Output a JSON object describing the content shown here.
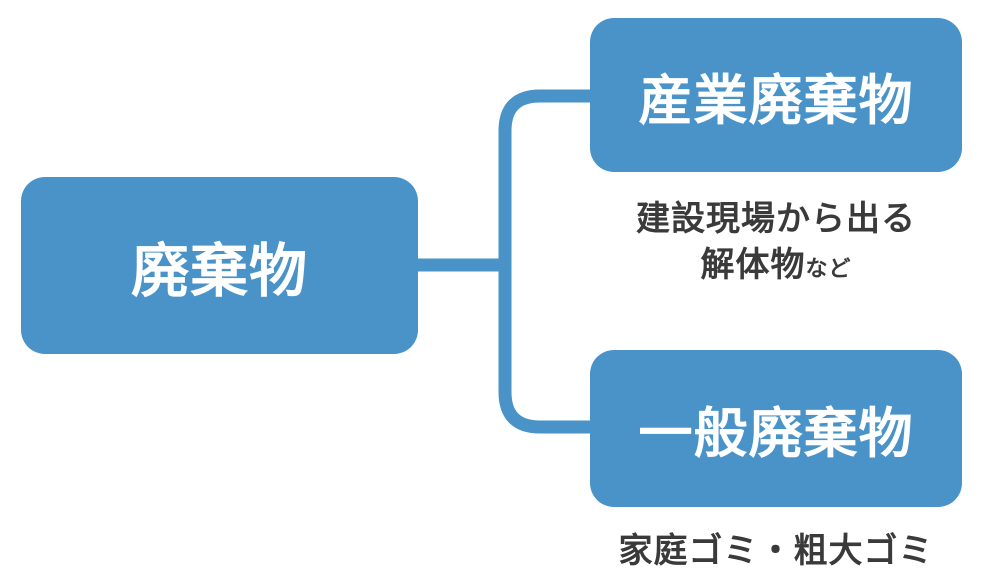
{
  "diagram": {
    "root": {
      "label": "廃棄物"
    },
    "branches": [
      {
        "label": "産業廃棄物",
        "caption_main": "建設現場から出る",
        "caption_line2": "解体物",
        "caption_suffix": "など"
      },
      {
        "label": "一般廃棄物",
        "caption_main": "家庭ゴミ・粗大ゴミ"
      }
    ],
    "colors": {
      "box_fill": "#4a93c9",
      "box_text": "#ffffff",
      "connector": "#4a93c9",
      "caption_text": "#3a3a3a"
    }
  }
}
